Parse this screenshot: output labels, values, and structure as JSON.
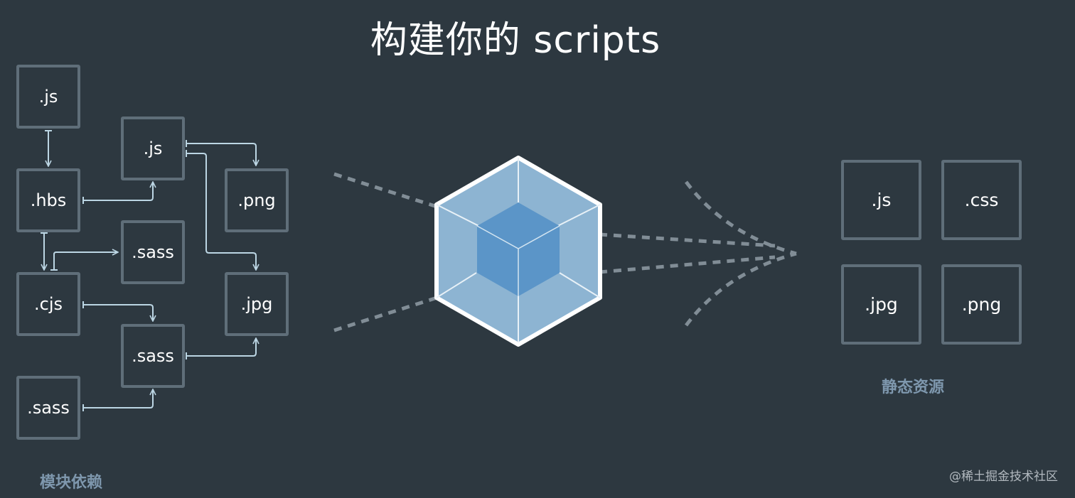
{
  "title": "构建你的 scripts",
  "left_caption": "模块依赖",
  "right_caption": "静态资源",
  "watermark": "@稀土掘金技术社区",
  "modules": {
    "js_a": ".js",
    "hbs": ".hbs",
    "cjs": ".cjs",
    "sass_a": ".sass",
    "js_b": ".js",
    "sass_b": ".sass",
    "sass_c": ".sass",
    "png": ".png",
    "jpg": ".jpg"
  },
  "assets": {
    "js": ".js",
    "css": ".css",
    "jpg": ".jpg",
    "png": ".png"
  },
  "colors": {
    "background": "#2d3840",
    "box_border": "#5f6e79",
    "arrow": "#bcd6e4",
    "dotted_line": "#818d96",
    "cube_outer": "#8db4d2",
    "cube_inner": "#5b95c8",
    "caption": "#7e97ad"
  }
}
